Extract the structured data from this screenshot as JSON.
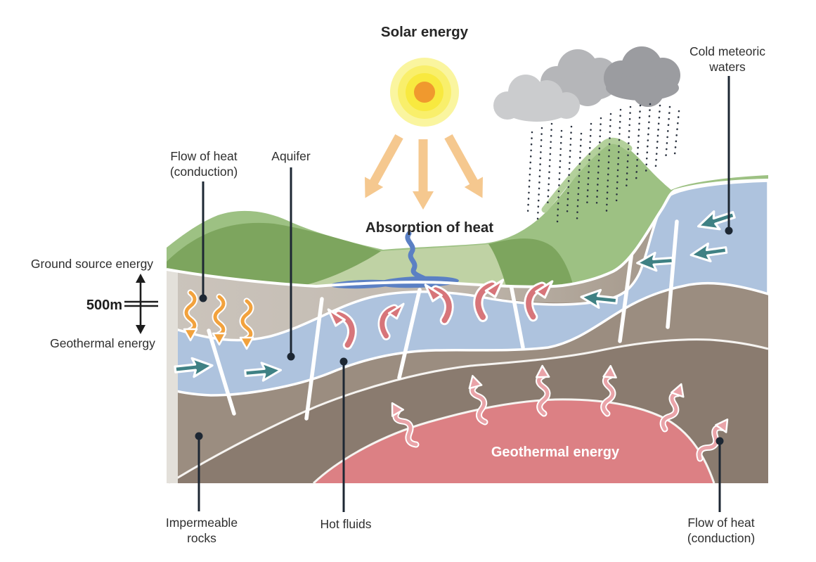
{
  "sky": {
    "solar_energy": "Solar energy",
    "cold_meteoric_line1": "Cold meteoric",
    "cold_meteoric_line2": "waters",
    "absorption_of_heat": "Absorption of heat"
  },
  "left_panel": {
    "ground_source_energy": "Ground source energy",
    "depth": "500m",
    "geothermal_energy": "Geothermal energy"
  },
  "subsurface": {
    "flow_of_heat_top_line1": "Flow of heat",
    "flow_of_heat_top_line2": "(conduction)",
    "aquifer": "Aquifer",
    "hot_fluids": "Hot fluids",
    "impermeable_line1": "Impermeable",
    "impermeable_line2": "rocks",
    "magma_label": "Geothermal energy",
    "flow_of_heat_bottom_line1": "Flow of heat",
    "flow_of_heat_bottom_line2": "(conduction)"
  },
  "icons": {
    "sun": "sun-icon",
    "clouds": "rain-cloud-icon",
    "rain": "rain-dots-icon",
    "sun_rays": "sun-ray-arrow-icon",
    "cold_water_flow": "teal-flow-arrow-icon",
    "hot_fluid_rise": "red-curved-arrow-icon",
    "conduction_down": "orange-wavy-arrow-icon",
    "conduction_up": "pink-wavy-arrow-icon",
    "depth_scale": "double-headed-arrow-icon"
  },
  "colors": {
    "leader": "#1d2733",
    "text_dark": "#2e2e2e",
    "rain": "#2b3340",
    "sun_outer": "#faf59f",
    "sun_ring": "#f9ef6b",
    "sun_inner": "#f8e93f",
    "sun_center": "#f0992e",
    "sun_ray": "#f5c88f",
    "cloud_light": "#cbccce",
    "cloud_mid": "#b5b6b9",
    "cloud_dark": "#9b9ca0",
    "grass_light": "#9dc183",
    "grass_dark": "#7da55e",
    "valley": "#bfd2a4",
    "crest": "#b3d09b",
    "river": "#5b80c4",
    "layer_top_left": "#cbc4bc",
    "layer_top_right": "#a89c8f",
    "aquifer_blue": "#aec3de",
    "brown_mid": "#9b8d80",
    "brown_dark": "#8a7b6f",
    "magma": "#dc8084",
    "magma_text": "#ffffff",
    "pink_arrow": "#e9a3a8",
    "red_arrow": "#d7757a",
    "teal_arrow": "#3f8184",
    "orange_arrow": "#f2a23d",
    "fault_white": "#ffffff",
    "block_face": "#e3e0da"
  }
}
